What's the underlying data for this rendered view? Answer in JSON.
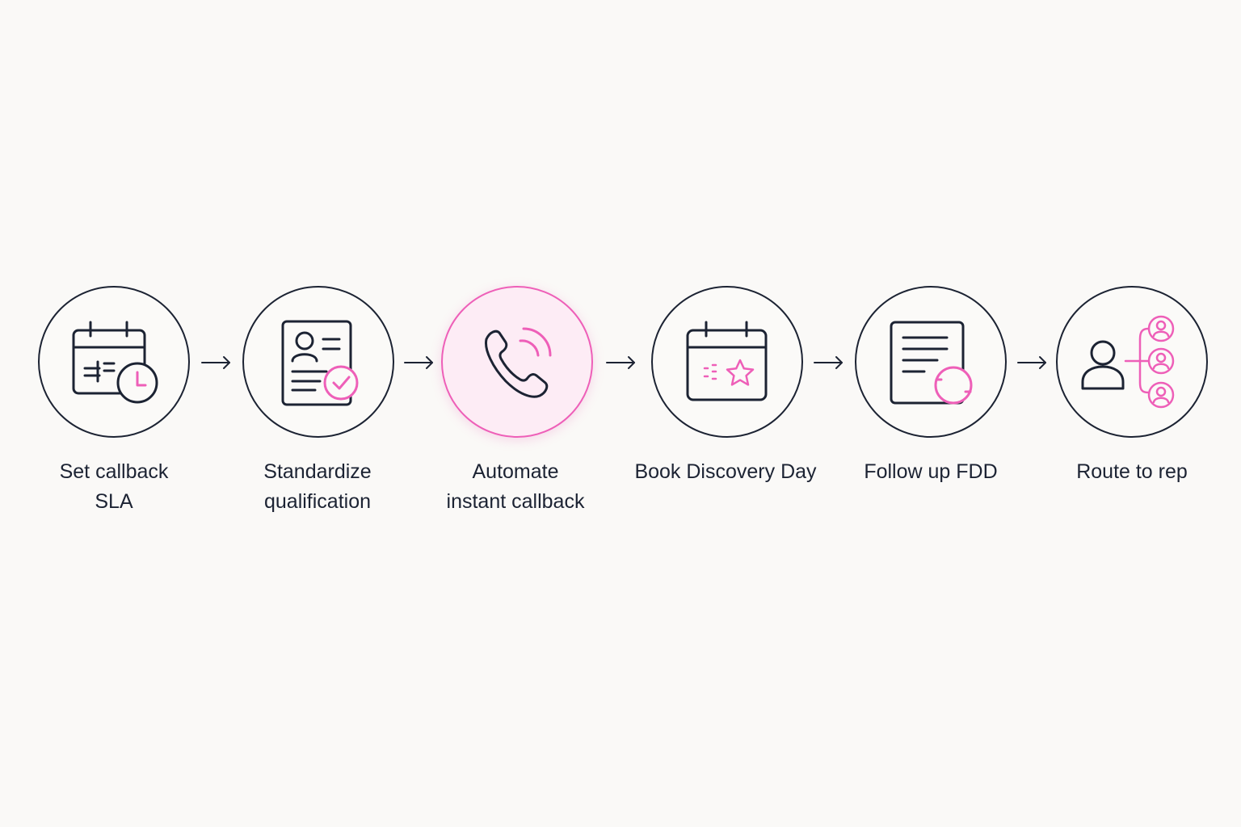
{
  "steps": [
    {
      "line1": "Set callback",
      "line2": "SLA",
      "icon": "calendar-clock-icon"
    },
    {
      "line1": "Standardize",
      "line2": "qualification",
      "icon": "profile-check-icon"
    },
    {
      "line1": "Automate",
      "line2": "instant callback",
      "icon": "phone-ringing-icon"
    },
    {
      "line1": "Book Discovery Day",
      "line2": "",
      "icon": "calendar-star-icon"
    },
    {
      "line1": "Follow up FDD",
      "line2": "",
      "icon": "document-refresh-icon"
    },
    {
      "line1": "Route to rep",
      "line2": "",
      "icon": "person-routing-icon"
    }
  ],
  "colors": {
    "ink": "#1c2333",
    "accent": "#ee5fb8",
    "highlight_fill": "#fdecf5",
    "background": "#faf9f7"
  }
}
